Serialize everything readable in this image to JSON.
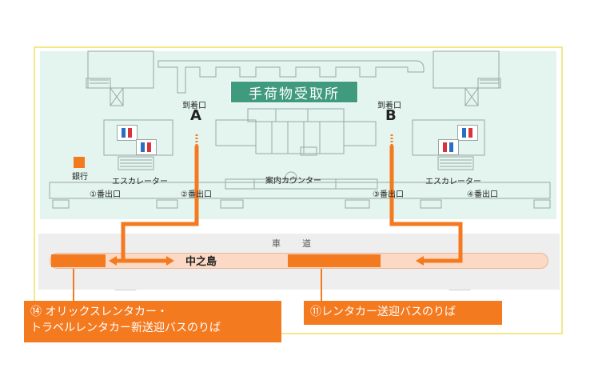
{
  "title": "手荷物受取所",
  "gates": [
    {
      "label": "到着口",
      "letter": "A"
    },
    {
      "label": "到着口",
      "letter": "B"
    }
  ],
  "escalator_label": "エスカレーター",
  "info_counter": "案内カウンター",
  "exits": [
    "①番出口",
    "②番出口",
    "③番出口",
    "④番出口"
  ],
  "bank": {
    "icon_char": "",
    "label": "銀行"
  },
  "road_label": "車　道",
  "island_label": "中之島",
  "callouts": {
    "left_line1": "⑭ オリックスレンタカー・",
    "left_line2": "トラベルレンタカー新送迎バスのりば",
    "right": "⑪レンタカー送迎バスのりば"
  },
  "icons": [
    "restroom-icon",
    "bank-icon",
    "arrow-icon"
  ],
  "colors": {
    "accent": "#f47a20",
    "title_bg": "#3f9a7e",
    "floor": "#e3f5ee",
    "island": "#fbd9c4"
  }
}
